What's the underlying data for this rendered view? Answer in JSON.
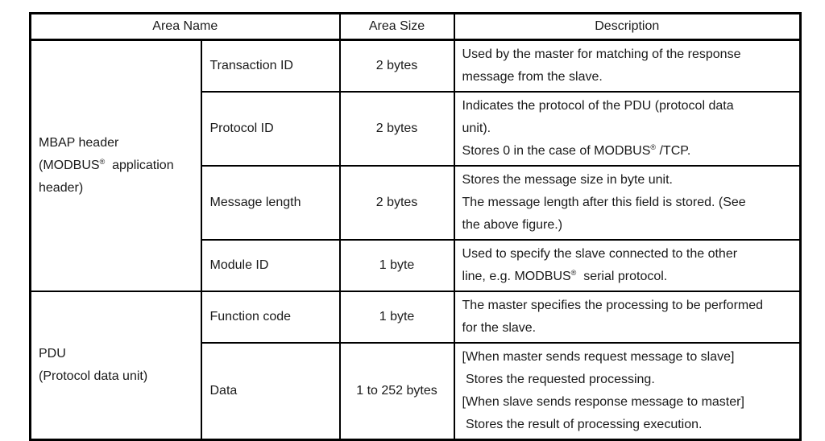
{
  "colors": {
    "border": "#000000",
    "text": "#1a1a1a",
    "background": "#ffffff"
  },
  "table": {
    "headers": {
      "area_name": "Area Name",
      "area_size": "Area Size",
      "description": "Description"
    },
    "groups": [
      {
        "name": "MBAP header\n(MODBUS®  application\nheader)",
        "rows": [
          {
            "name": "Transaction ID",
            "size": "2 bytes",
            "description": "Used by the master for matching of the response\nmessage from the slave."
          },
          {
            "name": "Protocol ID",
            "size": "2 bytes",
            "description": "Indicates the protocol of the PDU (protocol data\nunit).\nStores 0 in the case of MODBUS® /TCP."
          },
          {
            "name": "Message length",
            "size": "2 bytes",
            "description": "Stores the message size in byte unit.\nThe message length after this field is stored. (See\nthe above figure.)"
          },
          {
            "name": "Module ID",
            "size": "1 byte",
            "description": "Used to specify the slave connected to the other\nline, e.g. MODBUS®  serial protocol."
          }
        ]
      },
      {
        "name": "PDU\n(Protocol data unit)",
        "rows": [
          {
            "name": "Function code",
            "size": "1 byte",
            "description": "The master specifies the processing to be performed\nfor the slave."
          },
          {
            "name": "Data",
            "size": "1 to 252 bytes",
            "description": "[When master sends request message to slave]\n Stores the requested processing.\n[When slave sends response message to master]\n Stores the result of processing execution."
          }
        ]
      }
    ]
  }
}
